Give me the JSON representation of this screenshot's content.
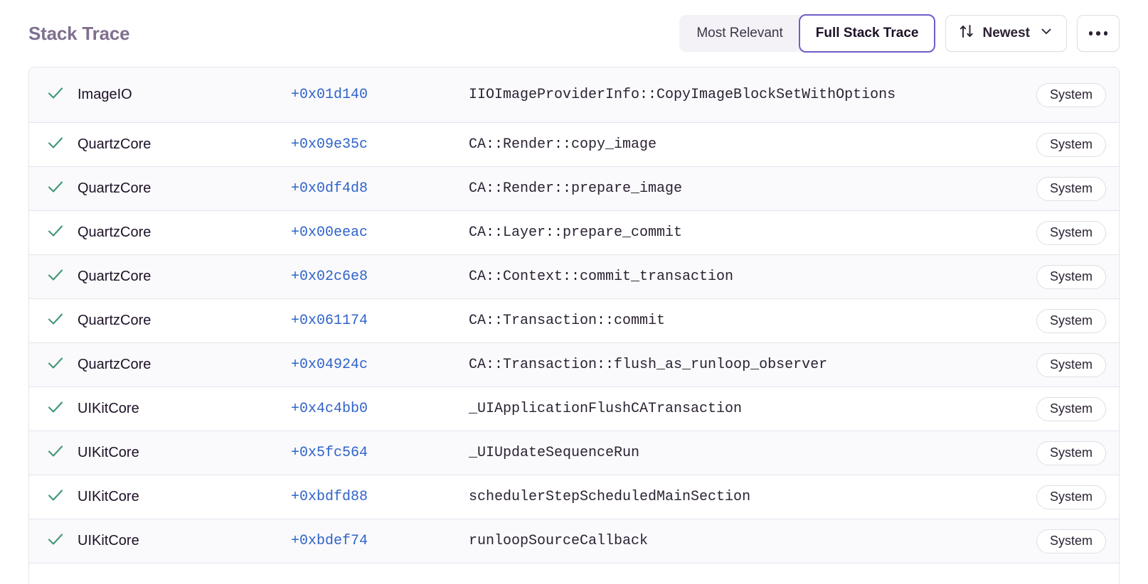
{
  "header": {
    "title": "Stack Trace",
    "segmented": {
      "options": [
        {
          "label": "Most Relevant",
          "active": false
        },
        {
          "label": "Full Stack Trace",
          "active": true
        }
      ]
    },
    "sort": {
      "icon": "sort-arrows-icon",
      "label": "Newest",
      "chevron": "chevron-down-icon"
    },
    "more": {
      "icon": "ellipsis-icon",
      "label": "..."
    }
  },
  "colors": {
    "accent_purple": "#6c5fc7",
    "title_purple": "#80708f",
    "link_blue": "#3063c9",
    "check_green": "#3f9877",
    "row_alt": "#fafafc",
    "border": "#e6e2eb"
  },
  "stack_trace": {
    "columns": [
      "status",
      "module",
      "offset",
      "symbol",
      "origin"
    ],
    "frames": [
      {
        "status": "check",
        "module": "ImageIO",
        "offset": "+0x01d140",
        "symbol": "IIOImageProviderInfo::CopyImageBlockSetWithOptions",
        "badge": "System"
      },
      {
        "status": "check",
        "module": "QuartzCore",
        "offset": "+0x09e35c",
        "symbol": "CA::Render::copy_image",
        "badge": "System"
      },
      {
        "status": "check",
        "module": "QuartzCore",
        "offset": "+0x0df4d8",
        "symbol": "CA::Render::prepare_image",
        "badge": "System"
      },
      {
        "status": "check",
        "module": "QuartzCore",
        "offset": "+0x00eeac",
        "symbol": "CA::Layer::prepare_commit",
        "badge": "System"
      },
      {
        "status": "check",
        "module": "QuartzCore",
        "offset": "+0x02c6e8",
        "symbol": "CA::Context::commit_transaction",
        "badge": "System"
      },
      {
        "status": "check",
        "module": "QuartzCore",
        "offset": "+0x061174",
        "symbol": "CA::Transaction::commit",
        "badge": "System"
      },
      {
        "status": "check",
        "module": "QuartzCore",
        "offset": "+0x04924c",
        "symbol": "CA::Transaction::flush_as_runloop_observer",
        "badge": "System"
      },
      {
        "status": "check",
        "module": "UIKitCore",
        "offset": "+0x4c4bb0",
        "symbol": "_UIApplicationFlushCATransaction",
        "badge": "System"
      },
      {
        "status": "check",
        "module": "UIKitCore",
        "offset": "+0x5fc564",
        "symbol": "_UIUpdateSequenceRun",
        "badge": "System"
      },
      {
        "status": "check",
        "module": "UIKitCore",
        "offset": "+0xbdfd88",
        "symbol": "schedulerStepScheduledMainSection",
        "badge": "System"
      },
      {
        "status": "check",
        "module": "UIKitCore",
        "offset": "+0xbdef74",
        "symbol": "runloopSourceCallback",
        "badge": "System"
      }
    ]
  }
}
